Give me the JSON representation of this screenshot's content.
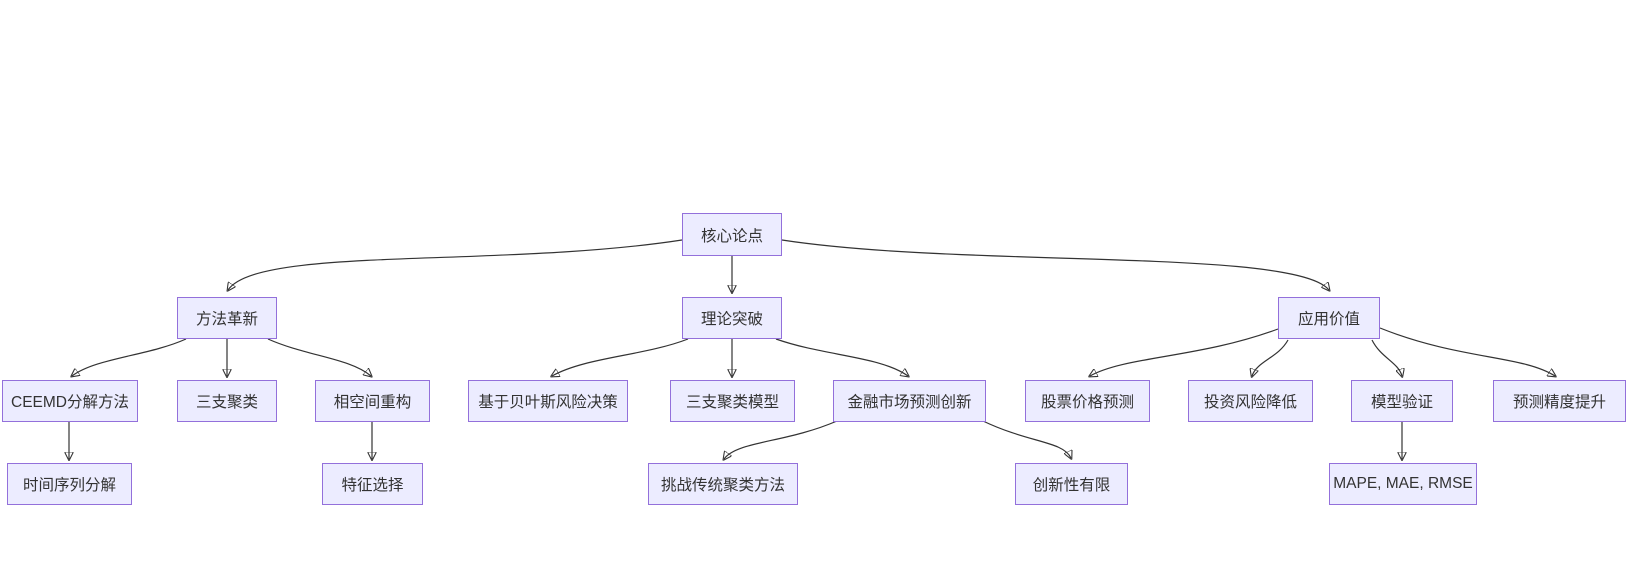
{
  "diagram": {
    "type": "flowchart-top-down",
    "title": "核心论点 mind map",
    "colors": {
      "background": "#ffffff",
      "node_fill": "#ECECFF",
      "node_border": "#9370DB",
      "node_text": "#333333",
      "edge": "#333333"
    },
    "nodes": [
      {
        "id": "core",
        "label": "核心论点"
      },
      {
        "id": "method",
        "label": "方法革新"
      },
      {
        "id": "theory",
        "label": "理论突破"
      },
      {
        "id": "application",
        "label": "应用价值"
      },
      {
        "id": "ceemd",
        "label": "CEEMD分解方法"
      },
      {
        "id": "threeway",
        "label": "三支聚类"
      },
      {
        "id": "phase",
        "label": "相空间重构"
      },
      {
        "id": "bayes",
        "label": "基于贝叶斯风险决策"
      },
      {
        "id": "twcmodel",
        "label": "三支聚类模型"
      },
      {
        "id": "finance",
        "label": "金融市场预测创新"
      },
      {
        "id": "stock",
        "label": "股票价格预测"
      },
      {
        "id": "risk",
        "label": "投资风险降低"
      },
      {
        "id": "validation",
        "label": "模型验证"
      },
      {
        "id": "accuracy",
        "label": "预测精度提升"
      },
      {
        "id": "tsdecomp",
        "label": "时间序列分解"
      },
      {
        "id": "feature",
        "label": "特征选择"
      },
      {
        "id": "challenge",
        "label": "挑战传统聚类方法"
      },
      {
        "id": "limited",
        "label": "创新性有限"
      },
      {
        "id": "metrics",
        "label": "MAPE, MAE, RMSE"
      }
    ],
    "edges": [
      {
        "from": "core",
        "to": "method"
      },
      {
        "from": "core",
        "to": "theory"
      },
      {
        "from": "core",
        "to": "application"
      },
      {
        "from": "method",
        "to": "ceemd"
      },
      {
        "from": "method",
        "to": "threeway"
      },
      {
        "from": "method",
        "to": "phase"
      },
      {
        "from": "theory",
        "to": "bayes"
      },
      {
        "from": "theory",
        "to": "twcmodel"
      },
      {
        "from": "theory",
        "to": "finance"
      },
      {
        "from": "application",
        "to": "stock"
      },
      {
        "from": "application",
        "to": "risk"
      },
      {
        "from": "application",
        "to": "validation"
      },
      {
        "from": "application",
        "to": "accuracy"
      },
      {
        "from": "ceemd",
        "to": "tsdecomp"
      },
      {
        "from": "phase",
        "to": "feature"
      },
      {
        "from": "finance",
        "to": "challenge"
      },
      {
        "from": "finance",
        "to": "limited"
      },
      {
        "from": "validation",
        "to": "metrics"
      }
    ]
  }
}
